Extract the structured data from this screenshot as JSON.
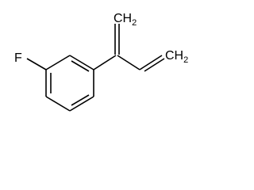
{
  "molecule": {
    "atoms": {
      "fluorine": "F",
      "terminal_methylene_top": {
        "element": "CH",
        "subscript": "2"
      },
      "terminal_methylene_right": {
        "element": "CH",
        "subscript": "2"
      }
    },
    "colors": {
      "bond": "#000000",
      "text": "#000000",
      "background": "#ffffff"
    }
  }
}
